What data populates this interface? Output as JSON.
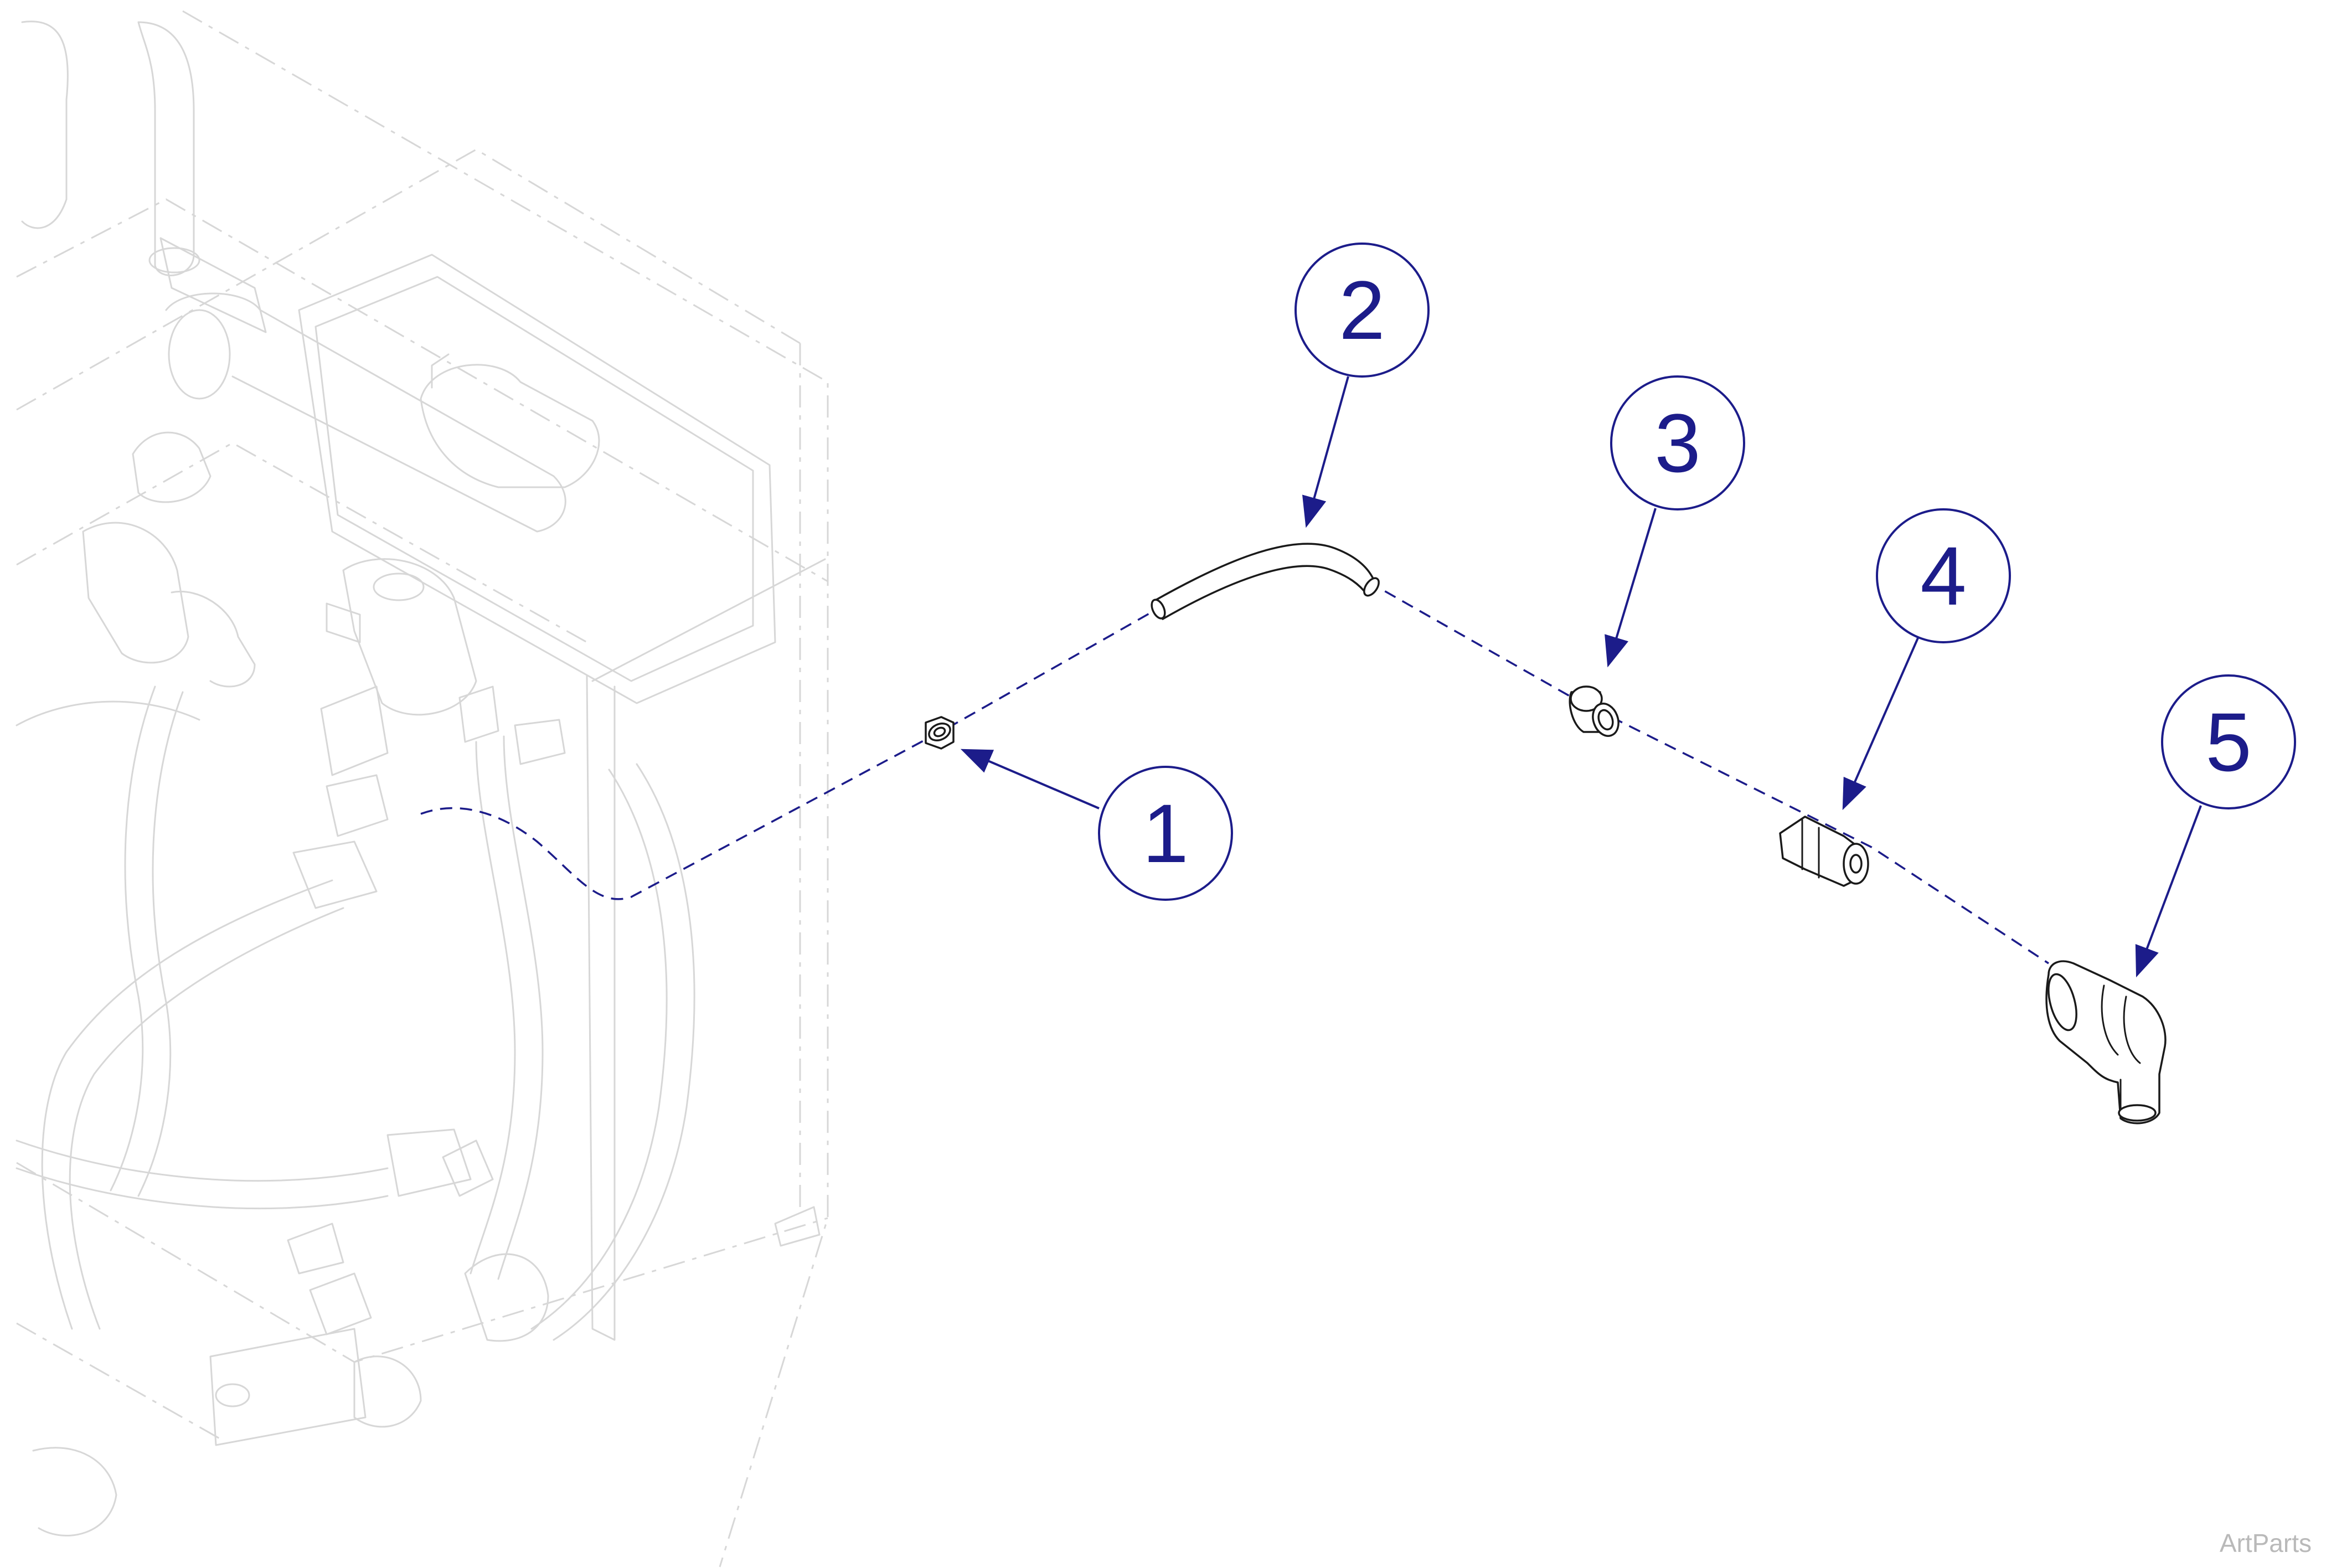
{
  "callouts": [
    {
      "number": "1"
    },
    {
      "number": "2"
    },
    {
      "number": "3"
    },
    {
      "number": "4"
    },
    {
      "number": "5"
    }
  ],
  "watermark": "ArtParts",
  "colors": {
    "callout": "#1c1c8a",
    "ghost": "#d7d7d7",
    "part": "#1a1a1a"
  }
}
